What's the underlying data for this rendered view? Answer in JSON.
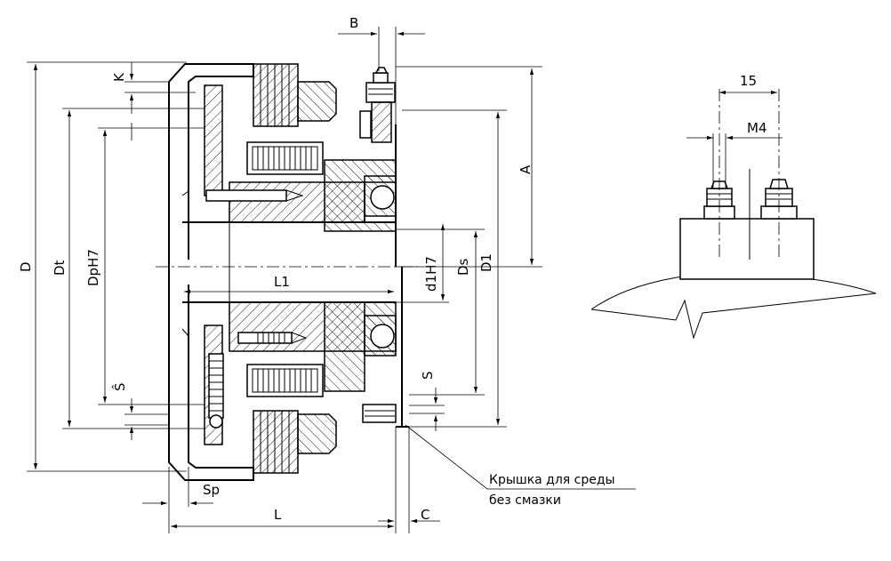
{
  "labels": {
    "B": "B",
    "K": "K",
    "A": "A",
    "D": "D",
    "Dt": "Dt",
    "DpH7": "DpH7",
    "S_hat": "Ŝ",
    "d1H7": "d1H7",
    "Ds": "Ds",
    "D1": "D1",
    "L1": "L1",
    "S": "S",
    "Sp": "Sp",
    "L": "L",
    "C": "C",
    "dim_15": "15",
    "M4": "M4"
  },
  "note": {
    "line1": "Крышка для среды",
    "line2": "без смазки"
  }
}
